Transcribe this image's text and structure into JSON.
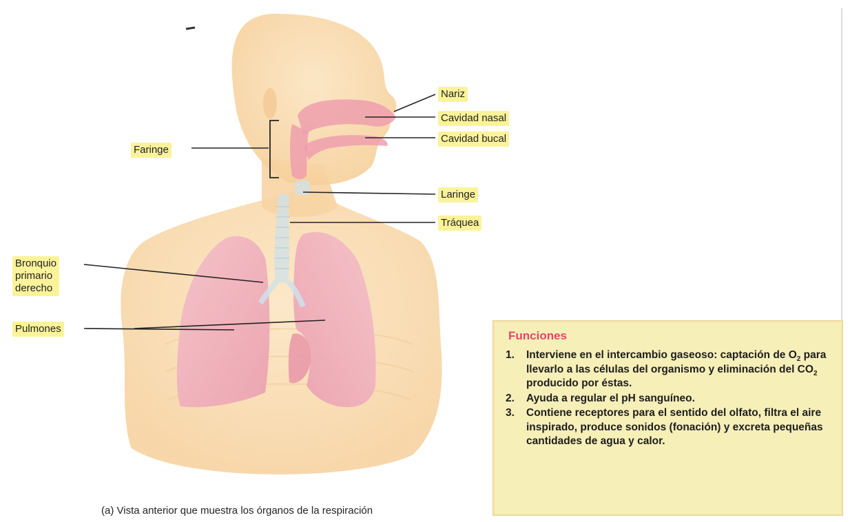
{
  "labels": {
    "nariz": "Nariz",
    "cavidad_nasal": "Cavidad nasal",
    "cavidad_bucal": "Cavidad bucal",
    "faringe": "Faringe",
    "laringe": "Laringe",
    "traquea": "Tráquea",
    "bronquio": "Bronquio\nprimario\nderecho",
    "pulmones": "Pulmones"
  },
  "caption": "(a) Vista anterior que muestra los órganos de la respiración",
  "functions_box": {
    "title": "Funciones",
    "items": [
      {
        "num": "1.",
        "parts": [
          "Interviene en el intercambio gaseoso: captación de O",
          "2",
          " para llevarlo a las células del organismo y eliminación del CO",
          "2",
          " producido por éstas."
        ]
      },
      {
        "num": "2.",
        "parts": [
          "Ayuda a regular el pH sanguíneo."
        ]
      },
      {
        "num": "3.",
        "parts": [
          "Contiene receptores para el sentido del olfato, filtra el aire inspirado, produce sonidos (fonación) y excreta pequeñas cantidades de agua y calor."
        ]
      }
    ]
  },
  "colors": {
    "skin": "#f9dcae",
    "skin_shadow": "#f2c68f",
    "lung": "#f2b3bd",
    "airway": "#ee9fae",
    "highlight": "#fbf39a",
    "box_bg": "#f7efb8",
    "title_pink": "#e0476b"
  }
}
